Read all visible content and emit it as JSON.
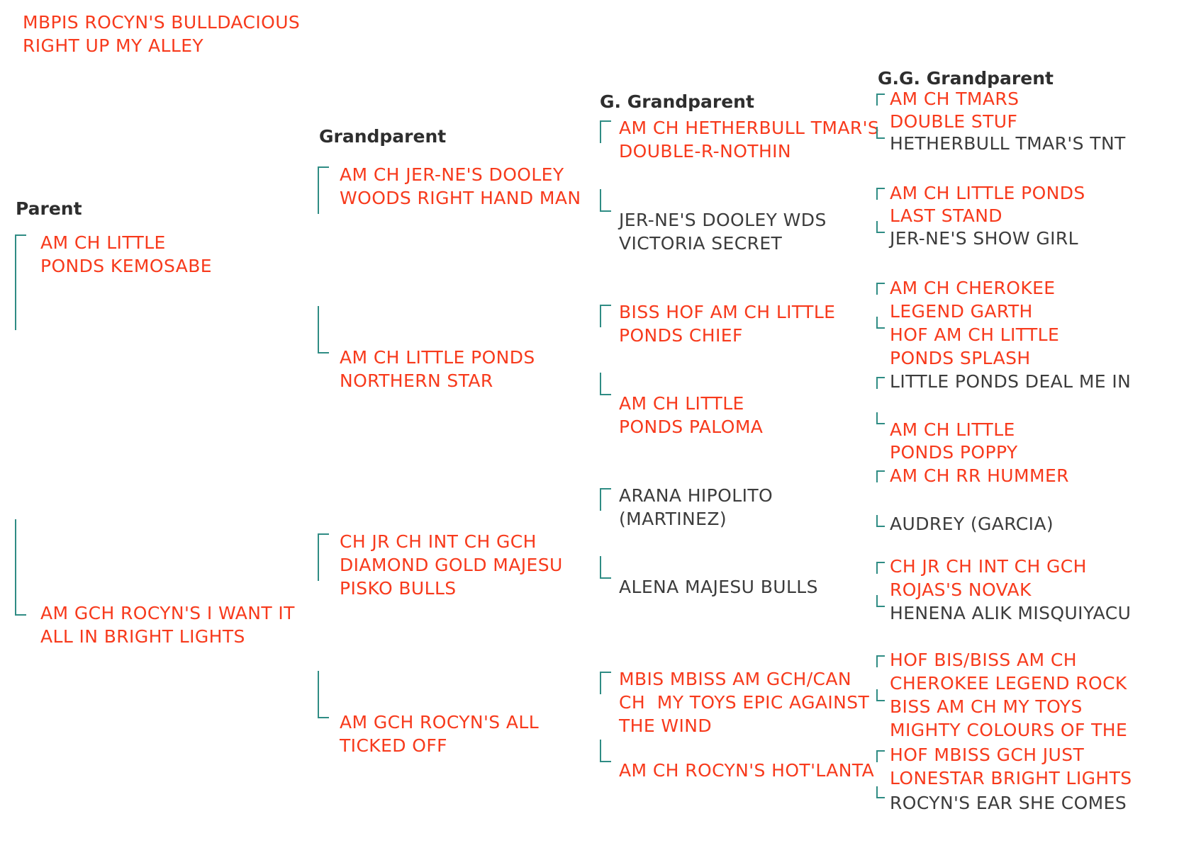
{
  "subject": {
    "line1": "MBPIS ROCYN'S BULLDACIOUS",
    "line2": "RIGHT UP MY ALLEY"
  },
  "headers": {
    "parent": "Parent",
    "grandparent": "Grandparent",
    "g_grandparent": "G. Grandparent",
    "gg_grandparent": "G.G. Grandparent"
  },
  "parents": [
    {
      "line1": "AM CH LITTLE",
      "line2": "PONDS KEMOSABE"
    },
    {
      "line1": "AM GCH ROCYN'S I WANT IT",
      "line2": "ALL IN BRIGHT LIGHTS"
    }
  ],
  "grandparents": [
    {
      "line1": "AM CH JER-NE'S DOOLEY",
      "line2": "WOODS RIGHT HAND MAN"
    },
    {
      "line1": "AM CH LITTLE PONDS",
      "line2": "NORTHERN STAR"
    },
    {
      "line1": "CH JR CH INT CH GCH",
      "line2": "DIAMOND GOLD MAJESU",
      "line3": "PISKO BULLS"
    },
    {
      "line1": "AM GCH ROCYN'S ALL",
      "line2": "TICKED OFF"
    }
  ],
  "g_grandparents": [
    {
      "line1": "AM CH HETHERBULL TMAR'S",
      "line2": "DOUBLE-R-NOTHIN"
    },
    {
      "line1": "JER-NE'S DOOLEY WDS",
      "line2": "VICTORIA SECRET"
    },
    {
      "line1": "BISS HOF AM CH LITTLE",
      "line2": "PONDS CHIEF"
    },
    {
      "line1": "AM CH LITTLE",
      "line2": "PONDS PALOMA"
    },
    {
      "line1": "ARANA HIPOLITO",
      "line2": "(MARTINEZ)"
    },
    {
      "line1": "ALENA MAJESU BULLS"
    },
    {
      "line1": "MBIS MBISS AM GCH/CAN",
      "line2": "CH  MY TOYS EPIC AGAINST",
      "line3": "THE WIND"
    },
    {
      "line1": "AM CH ROCYN'S HOT'LANTA"
    }
  ],
  "gg_grandparents": [
    {
      "line1": "AM CH TMARS",
      "line2": "DOUBLE STUF"
    },
    {
      "line1": "HETHERBULL TMAR'S TNT"
    },
    {
      "line1": "AM CH LITTLE PONDS",
      "line2": "LAST STAND"
    },
    {
      "line1": "JER-NE'S SHOW GIRL"
    },
    {
      "line1": "AM CH CHEROKEE",
      "line2": "LEGEND GARTH"
    },
    {
      "line1": "HOF AM CH LITTLE",
      "line2": "PONDS SPLASH"
    },
    {
      "line1": "LITTLE PONDS DEAL ME IN"
    },
    {
      "line1": "AM CH LITTLE",
      "line2": "PONDS POPPY"
    },
    {
      "line1": "AM CH RR HUMMER"
    },
    {
      "line1": "AUDREY (GARCIA)"
    },
    {
      "line1": "CH JR CH INT CH GCH",
      "line2": "ROJAS'S NOVAK"
    },
    {
      "line1": "HENENA ALIK MISQUIYACU"
    },
    {
      "line1": "HOF BIS/BISS AM CH",
      "line2": "CHEROKEE LEGEND ROCK"
    },
    {
      "line1": "BISS AM CH MY TOYS",
      "line2": "MIGHTY COLOURS OF THE"
    },
    {
      "line1": "HOF MBISS GCH JUST",
      "line2": "LONESTAR BRIGHT LIGHTS"
    },
    {
      "line1": "ROCYN'S EAR SHE COMES"
    }
  ],
  "colors": {
    "champion": "#f73a1c",
    "plain": "#3c3c3c",
    "bracket": "#2f8c84"
  }
}
